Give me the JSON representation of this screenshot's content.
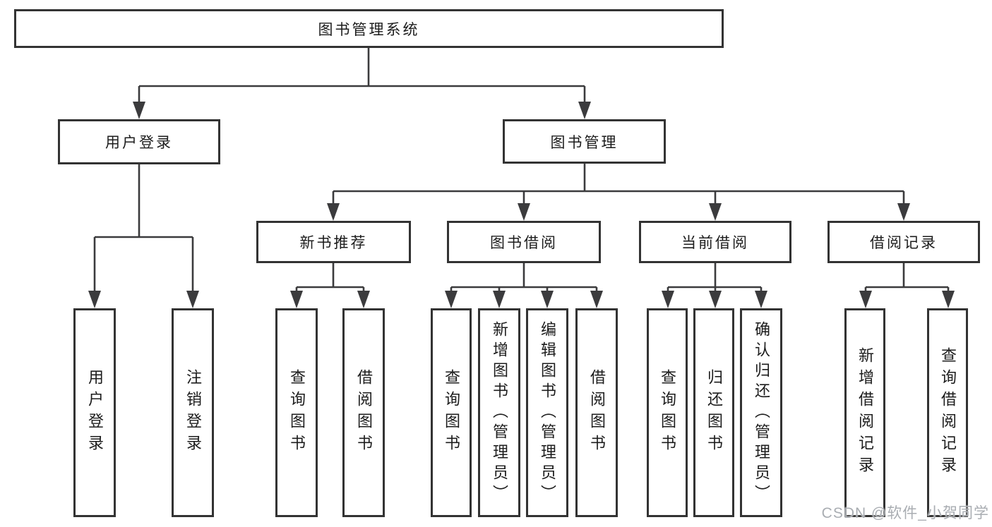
{
  "nodes": {
    "root": "图书管理系统",
    "level2": [
      "用户登录",
      "图书管理"
    ],
    "level3": [
      "新书推荐",
      "图书借阅",
      "当前借阅",
      "借阅记录"
    ],
    "login_leaves": [
      "用户登录",
      "注销登录"
    ],
    "newbook_leaves": [
      "查询图书",
      "借阅图书"
    ],
    "borrow_leaves": [
      "查询图书",
      "新增图书（管理员）",
      "编辑图书（管理员）",
      "借阅图书"
    ],
    "current_leaves": [
      "查询图书",
      "归还图书",
      "确认归还（管理员）"
    ],
    "records_leaves": [
      "新增借阅记录",
      "查询借阅记录"
    ]
  },
  "watermark": "CSDN @软件_小贺同学",
  "colors": {
    "line": "#3b3b3d",
    "border": "#333333",
    "text": "#1c1c1c",
    "watermark": "#a9adb2"
  }
}
